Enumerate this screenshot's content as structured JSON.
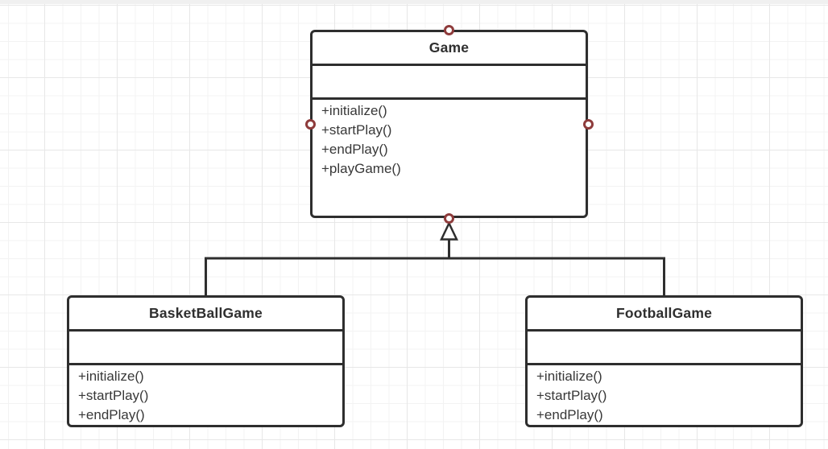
{
  "diagram": {
    "type": "uml-class-diagram",
    "classes": [
      {
        "name": "Game",
        "attributes": [],
        "methods": [
          "+initialize()",
          "+startPlay()",
          "+endPlay()",
          "+playGame()"
        ]
      },
      {
        "name": "BasketBallGame",
        "attributes": [],
        "methods": [
          "+initialize()",
          "+startPlay()",
          "+endPlay()"
        ]
      },
      {
        "name": "FootballGame",
        "attributes": [],
        "methods": [
          "+initialize()",
          "+startPlay()",
          "+endPlay()"
        ]
      }
    ],
    "relationships": [
      {
        "type": "inheritance",
        "from": "BasketBallGame",
        "to": "Game"
      },
      {
        "type": "inheritance",
        "from": "FootballGame",
        "to": "Game"
      }
    ],
    "colors": {
      "stroke": "#2e2e2e",
      "text": "#333333",
      "connection_handle": "#8e3b3b",
      "grid_minor": "#f3f3f3",
      "grid_major": "#e7e7e7",
      "canvas_background": "#ffffff"
    }
  }
}
